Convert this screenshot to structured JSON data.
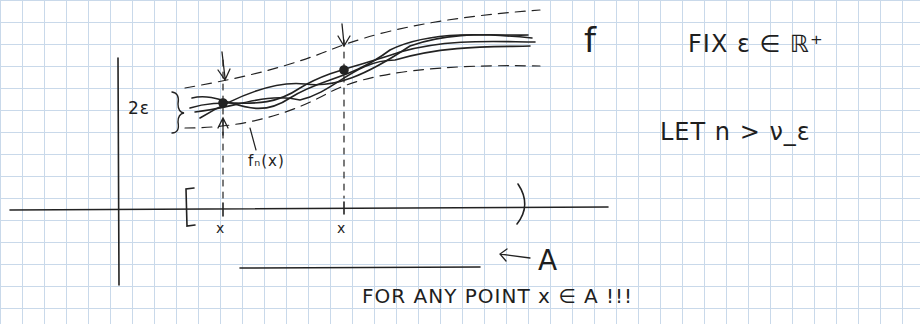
{
  "diagram": {
    "labels": [
      "2ε",
      "fₙ(x)",
      "f",
      "FIX ε ∈ ℝ⁺",
      "LET n > ν_ε",
      "x",
      "x",
      "A",
      "FOR ANY POINT x ∈ A !!!"
    ]
  }
}
